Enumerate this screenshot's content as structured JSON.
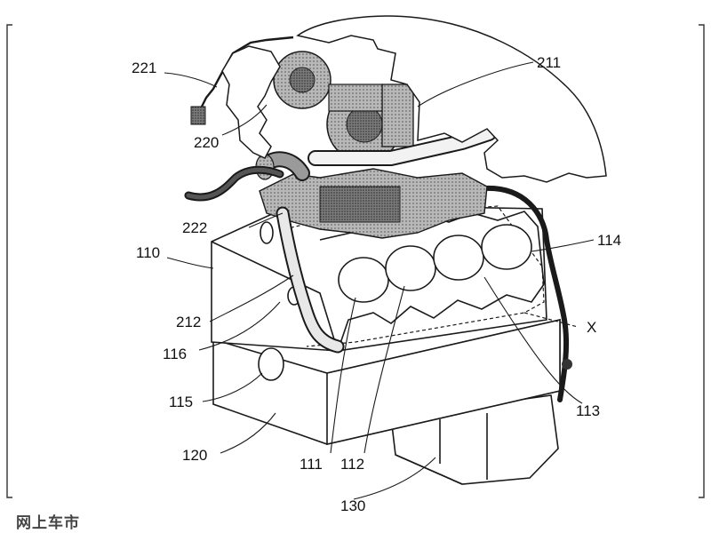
{
  "diagram": {
    "callouts": [
      {
        "id": "221",
        "text": "221"
      },
      {
        "id": "211",
        "text": "211"
      },
      {
        "id": "220",
        "text": "220"
      },
      {
        "id": "222",
        "text": "222"
      },
      {
        "id": "110",
        "text": "110"
      },
      {
        "id": "114",
        "text": "114"
      },
      {
        "id": "212",
        "text": "212"
      },
      {
        "id": "x",
        "text": "X"
      },
      {
        "id": "116",
        "text": "116"
      },
      {
        "id": "115",
        "text": "115"
      },
      {
        "id": "113",
        "text": "113"
      },
      {
        "id": "120",
        "text": "120"
      },
      {
        "id": "111",
        "text": "111"
      },
      {
        "id": "112",
        "text": "112"
      },
      {
        "id": "130",
        "text": "130"
      }
    ]
  },
  "watermark": {
    "text": "网上车市"
  },
  "colors": {
    "line": "#1a1a1a",
    "background": "#ffffff",
    "photo_shade": "#8a8a8a"
  }
}
